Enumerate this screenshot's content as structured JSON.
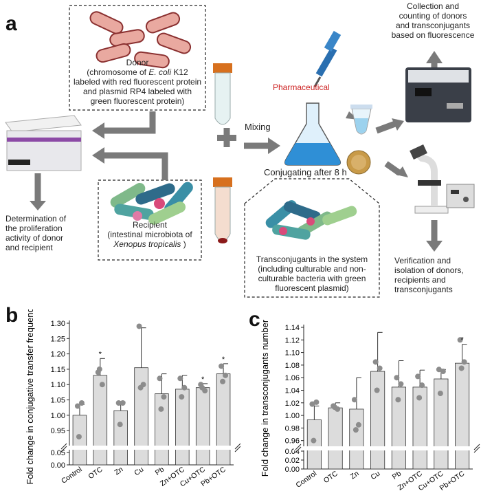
{
  "panels": {
    "a": "a",
    "b": "b",
    "c": "c"
  },
  "schematic": {
    "donor_title": "Donor",
    "donor_desc_1": "(chromosome of ",
    "donor_desc_1_ital": "E. coli",
    "donor_desc_1_end": " K12",
    "donor_desc_2": "labeled with red fluorescent protein",
    "donor_desc_3": "and plasmid RP4 labeled with",
    "donor_desc_4": "green fluorescent protein)",
    "recipient_title": "Recipient",
    "recipient_desc_1": "(intestinal microbiota of",
    "recipient_desc_2": "Xenopus tropicalis",
    "recipient_desc_2_end": " )",
    "pharmaceutical": "Pharmaceutical",
    "mixing": "Mixing",
    "conjugating": "Conjugating after 8 h",
    "collection_1": "Collection and",
    "collection_2": "counting of donors",
    "collection_3": "and transconjugants",
    "collection_4": "based on fluorescence",
    "determination_1": "Determination of",
    "determination_2": "the proliferation",
    "determination_3": "activity of donor",
    "determination_4": "and recipient",
    "transconj_1": "Transconjugants in the system",
    "transconj_2": "(including culturable and non-",
    "transconj_3": "culturable bacteria with green",
    "transconj_4": "fluorescent plasmid)",
    "verify_1": "Verification and",
    "verify_2": "isolation of donors,",
    "verify_3": "recipients and",
    "verify_4": "transconjugants"
  },
  "colors": {
    "bar_fill": "#dcdcdc",
    "dot": "#8c8c8c",
    "pharma_red": "#cc1f1f",
    "arrow": "#7a7a7a"
  },
  "chart_data": [
    {
      "type": "bar",
      "panel": "b",
      "ylabel": "Fold change in conjugative transfer frequency",
      "categories": [
        "Control",
        "OTC",
        "Zn",
        "Cu",
        "Pb",
        "Zn+OTC",
        "Cu+OTC",
        "Pb+OTC"
      ],
      "values": [
        1.0,
        1.13,
        1.015,
        1.155,
        1.07,
        1.085,
        1.09,
        1.135
      ],
      "errors": [
        0.035,
        0.055,
        0.028,
        0.13,
        0.065,
        0.045,
        0.013,
        0.033
      ],
      "points": [
        [
          1.03,
          1.04,
          0.93
        ],
        [
          1.14,
          1.1,
          1.15
        ],
        [
          1.04,
          1.04,
          0.97
        ],
        [
          1.29,
          1.1,
          1.09
        ],
        [
          1.12,
          1.06,
          1.02
        ],
        [
          1.12,
          1.09,
          1.06
        ],
        [
          1.1,
          1.08,
          1.09
        ],
        [
          1.16,
          1.13,
          1.11
        ]
      ],
      "significant": [
        false,
        true,
        false,
        false,
        false,
        false,
        true,
        true
      ],
      "sig_marker": "*",
      "axis_break": true,
      "yticks_upper": [
        "0.95",
        "1.00",
        "1.05",
        "1.10",
        "1.15",
        "1.20",
        "1.25",
        "1.30"
      ],
      "yticks_lower": [
        "0.00",
        "0.05"
      ],
      "ylim_upper": [
        0.91,
        1.3
      ],
      "ylim_lower": [
        0.0,
        0.05
      ]
    },
    {
      "type": "bar",
      "panel": "c",
      "ylabel": "Fold change in transconjugants number",
      "categories": [
        "Control",
        "OTC",
        "Zn",
        "Cu",
        "Pb",
        "Zn+OTC",
        "Cu+OTC",
        "Pb+OTC"
      ],
      "values": [
        0.993,
        1.012,
        1.01,
        1.07,
        1.045,
        1.045,
        1.058,
        1.083
      ],
      "errors": [
        0.022,
        0.008,
        0.05,
        0.062,
        0.042,
        0.027,
        0.015,
        0.03
      ],
      "points": [
        [
          1.018,
          1.021,
          0.96
        ],
        [
          1.015,
          1.01,
          1.013
        ],
        [
          1.025,
          0.985,
          0.977
        ],
        [
          1.085,
          1.075,
          1.04
        ],
        [
          1.06,
          1.05,
          1.025
        ],
        [
          1.062,
          1.048,
          1.028
        ],
        [
          1.073,
          1.07,
          1.035
        ],
        [
          1.12,
          1.085,
          1.075
        ]
      ],
      "significant": [
        false,
        false,
        false,
        false,
        false,
        false,
        false,
        true
      ],
      "sig_marker": "*",
      "axis_break": true,
      "yticks_upper": [
        "0.96",
        "0.98",
        "1.00",
        "1.02",
        "1.04",
        "1.06",
        "1.08",
        "1.10",
        "1.12",
        "1.14"
      ],
      "yticks_lower": [
        "0.00",
        "0.02",
        "0.04"
      ],
      "ylim_upper": [
        0.952,
        1.14
      ],
      "ylim_lower": [
        0.0,
        0.04
      ]
    }
  ]
}
